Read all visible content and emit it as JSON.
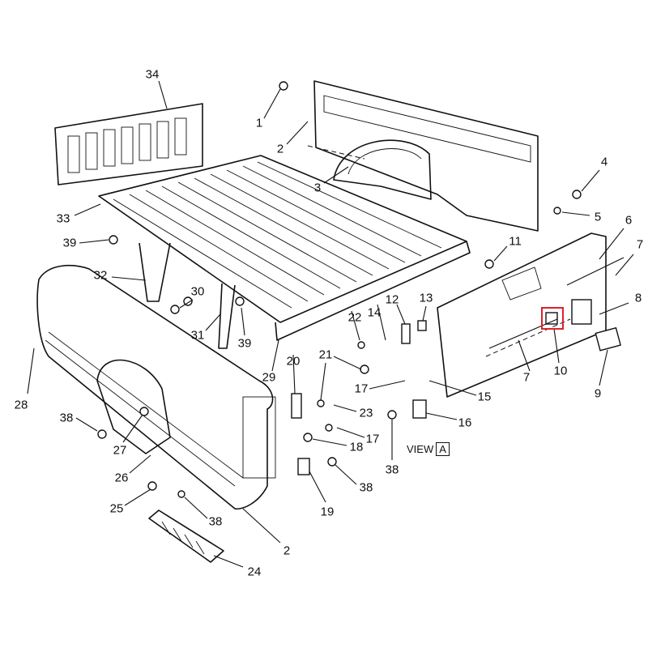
{
  "diagram": {
    "title": "Pickup truck box / tailgate exploded parts diagram",
    "callouts": [
      "34",
      "1",
      "2",
      "3",
      "4",
      "5",
      "6",
      "7",
      "8",
      "33",
      "39",
      "11",
      "12",
      "13",
      "14",
      "22",
      "30",
      "32",
      "31",
      "39",
      "29",
      "20",
      "21",
      "17",
      "15",
      "10",
      "7",
      "9",
      "16",
      "23",
      "17",
      "18",
      "38",
      "27",
      "26",
      "28",
      "25",
      "38",
      "19",
      "38",
      "38",
      "2",
      "24"
    ],
    "view_label": "VIEW",
    "view_letter": "A",
    "highlight_color": "#e0202a",
    "highlighted_part": "10"
  }
}
